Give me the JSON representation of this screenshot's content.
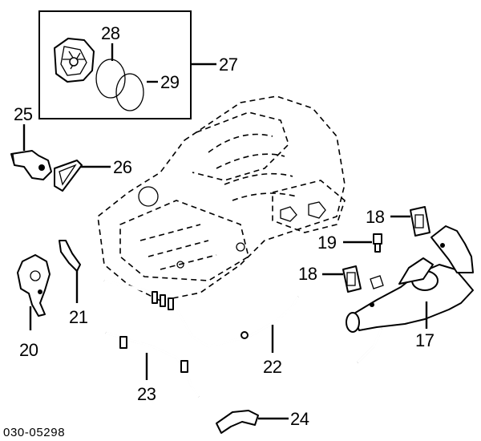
{
  "callouts": {
    "c17": "17",
    "c18a": "18",
    "c18b": "18",
    "c19": "19",
    "c20": "20",
    "c21": "21",
    "c22": "22",
    "c23": "23",
    "c24": "24",
    "c25": "25",
    "c26": "26",
    "c27": "27",
    "c28": "28",
    "c29": "29"
  },
  "diagram_code": "030-05298"
}
